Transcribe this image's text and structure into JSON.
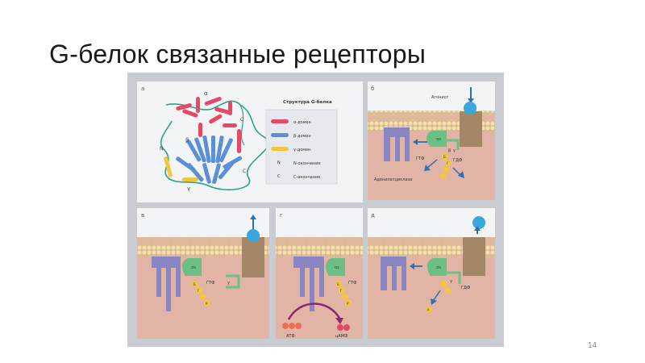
{
  "slide": {
    "title": "G-белок связанные рецепторы",
    "page_number": "14"
  },
  "colors": {
    "frame": "#c9cdd3",
    "panel_bg": "#f3f4f6",
    "cytoplasm": "#e2b4a5",
    "membrane_head": "#f2e4a8",
    "receptor": "#a48766",
    "effector": "#8a86c4",
    "alpha": "#e34a68",
    "beta": "#5b8fd6",
    "gamma": "#f2c640",
    "g_alpha_protein": "#6cbf85",
    "ligand": "#3aa8dc",
    "arrow": "#2f6fb6",
    "atp": "#ee6e5a",
    "camp": "#e24a67",
    "reaction_arc": "#8a2a6a"
  },
  "panels": {
    "a": {
      "letter": "а",
      "structure": {
        "alpha": "α",
        "beta": "β",
        "gamma": "γ",
        "n": "N",
        "c": "C"
      },
      "legend": {
        "title": "Структура G-белка",
        "items": [
          "α-домен",
          "β-домен",
          "γ-домен",
          "N-окончание",
          "C-окончание"
        ],
        "letters": [
          "N",
          "C"
        ]
      }
    },
    "b": {
      "letter": "б",
      "agonist": "Агонист",
      "galpha": "αs",
      "gtf": "ГТФ",
      "gdf": "ГДФ",
      "adenylate": "Аденилатциклаза",
      "beta": "β",
      "gamma": "γ",
      "sub_b": "Б",
      "sub_g": "Г"
    },
    "v": {
      "letter": "в",
      "galpha": "αs",
      "gtf": "ГТФ",
      "sub_b": "Б",
      "sub_g": "Г",
      "sub_r": "Р",
      "gamma": "γ"
    },
    "g": {
      "letter": "г",
      "galpha": "αs",
      "gtf": "ГТФ",
      "sub_b": "Б",
      "sub_g": "Г",
      "sub_r": "Р",
      "atf": "АТФ",
      "camp": "цАМФ"
    },
    "d": {
      "letter": "д",
      "galpha": "αs",
      "gdf": "ГДФ",
      "sub_r": "Р",
      "gamma": "γ"
    }
  }
}
